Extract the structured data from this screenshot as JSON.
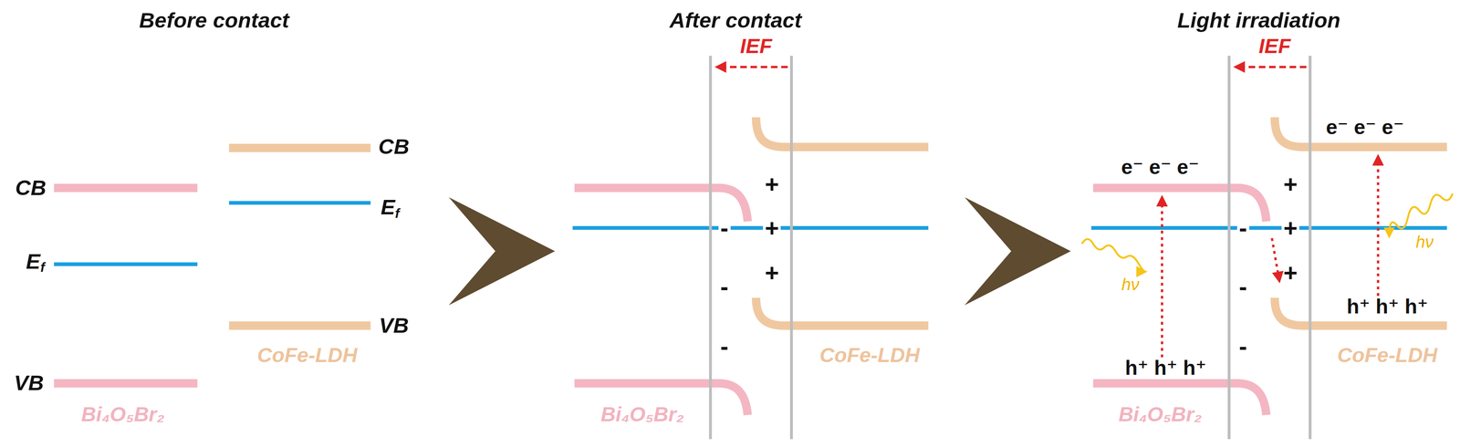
{
  "diagram": {
    "labels": [
      "Before contact",
      "After contact",
      "Light irradiation",
      "CB",
      "Ef",
      "VB",
      "Bi₄O₅Br₂",
      "CB",
      "Ef",
      "VB",
      "CoFe-LDH",
      "IEF",
      "+",
      "+",
      "+",
      "-",
      "-",
      "-",
      "Bi₄O₅Br₂",
      "CoFe-LDH",
      "IEF",
      "+",
      "+",
      "+",
      "-",
      "-",
      "-",
      "e⁻ e⁻ e⁻",
      "h⁺ h⁺ h⁺",
      "e⁻ e⁻ e⁻",
      "h⁺ h⁺ h⁺",
      "hν",
      "hν",
      "Bi₄O₅Br₂",
      "CoFe-LDH"
    ]
  }
}
